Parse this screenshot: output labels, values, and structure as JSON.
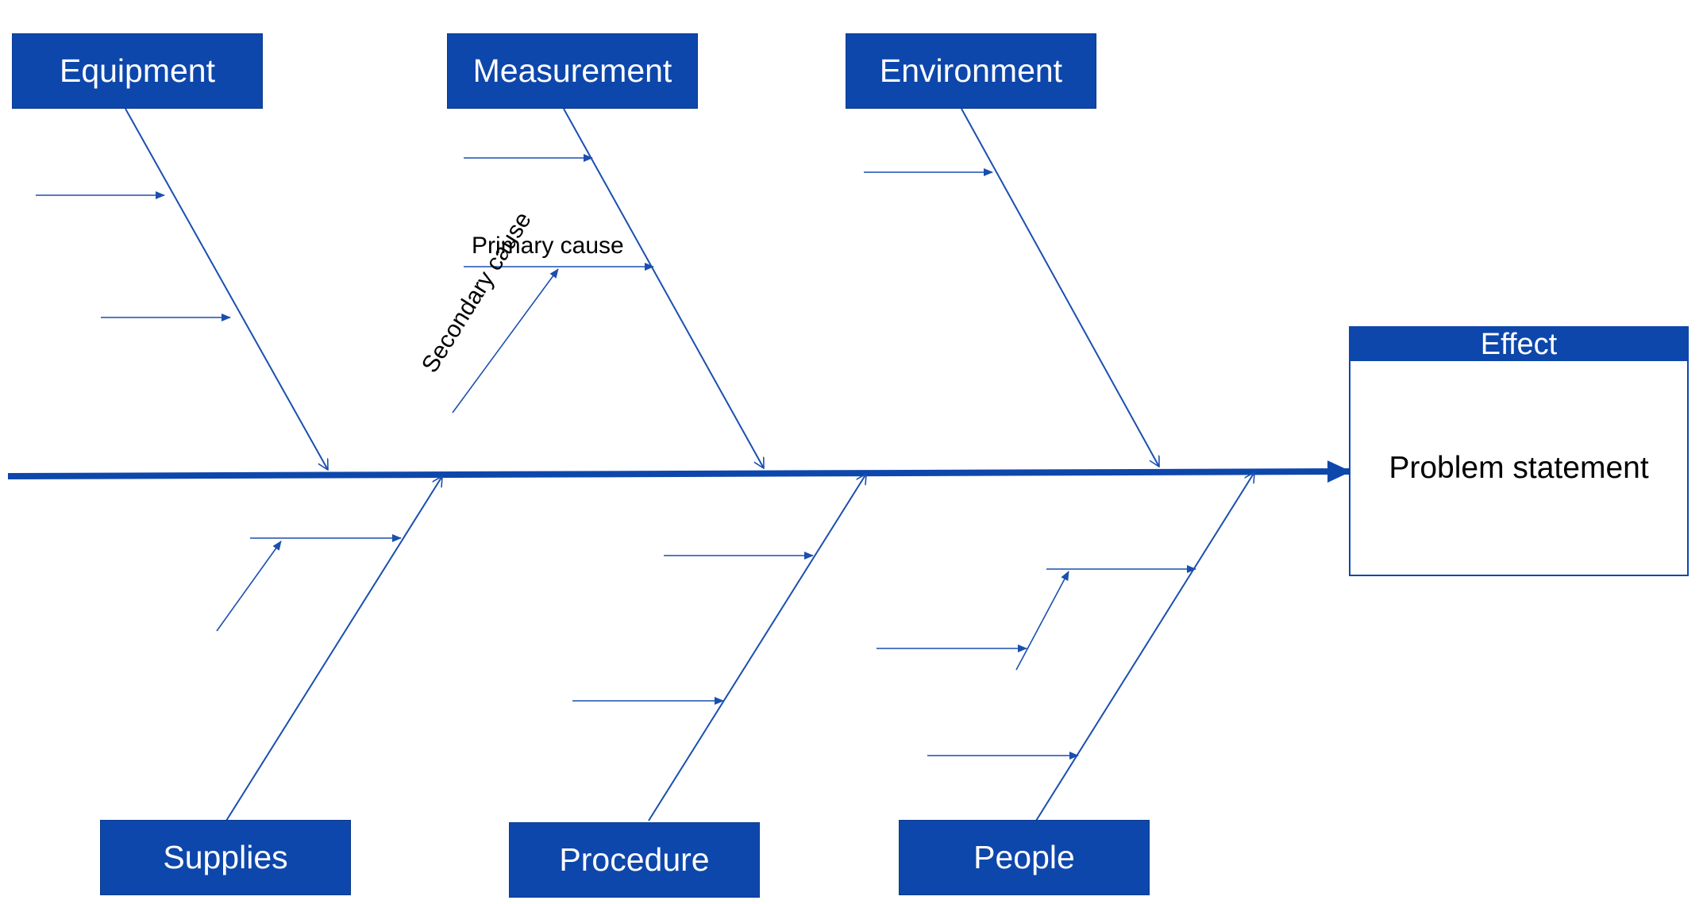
{
  "categories_top": [
    {
      "label": "Equipment"
    },
    {
      "label": "Measurement"
    },
    {
      "label": "Environment"
    }
  ],
  "categories_bottom": [
    {
      "label": "Supplies"
    },
    {
      "label": "Procedure"
    },
    {
      "label": "People"
    }
  ],
  "effect": {
    "header": "Effect",
    "body": "Problem statement"
  },
  "annotations": {
    "primary_cause": "Primary cause",
    "secondary_cause": "Secondary cause"
  },
  "colors": {
    "accent": "#0e47ab",
    "line": "#1a4fb0",
    "text_on_accent": "#ffffff",
    "text": "#000000"
  }
}
